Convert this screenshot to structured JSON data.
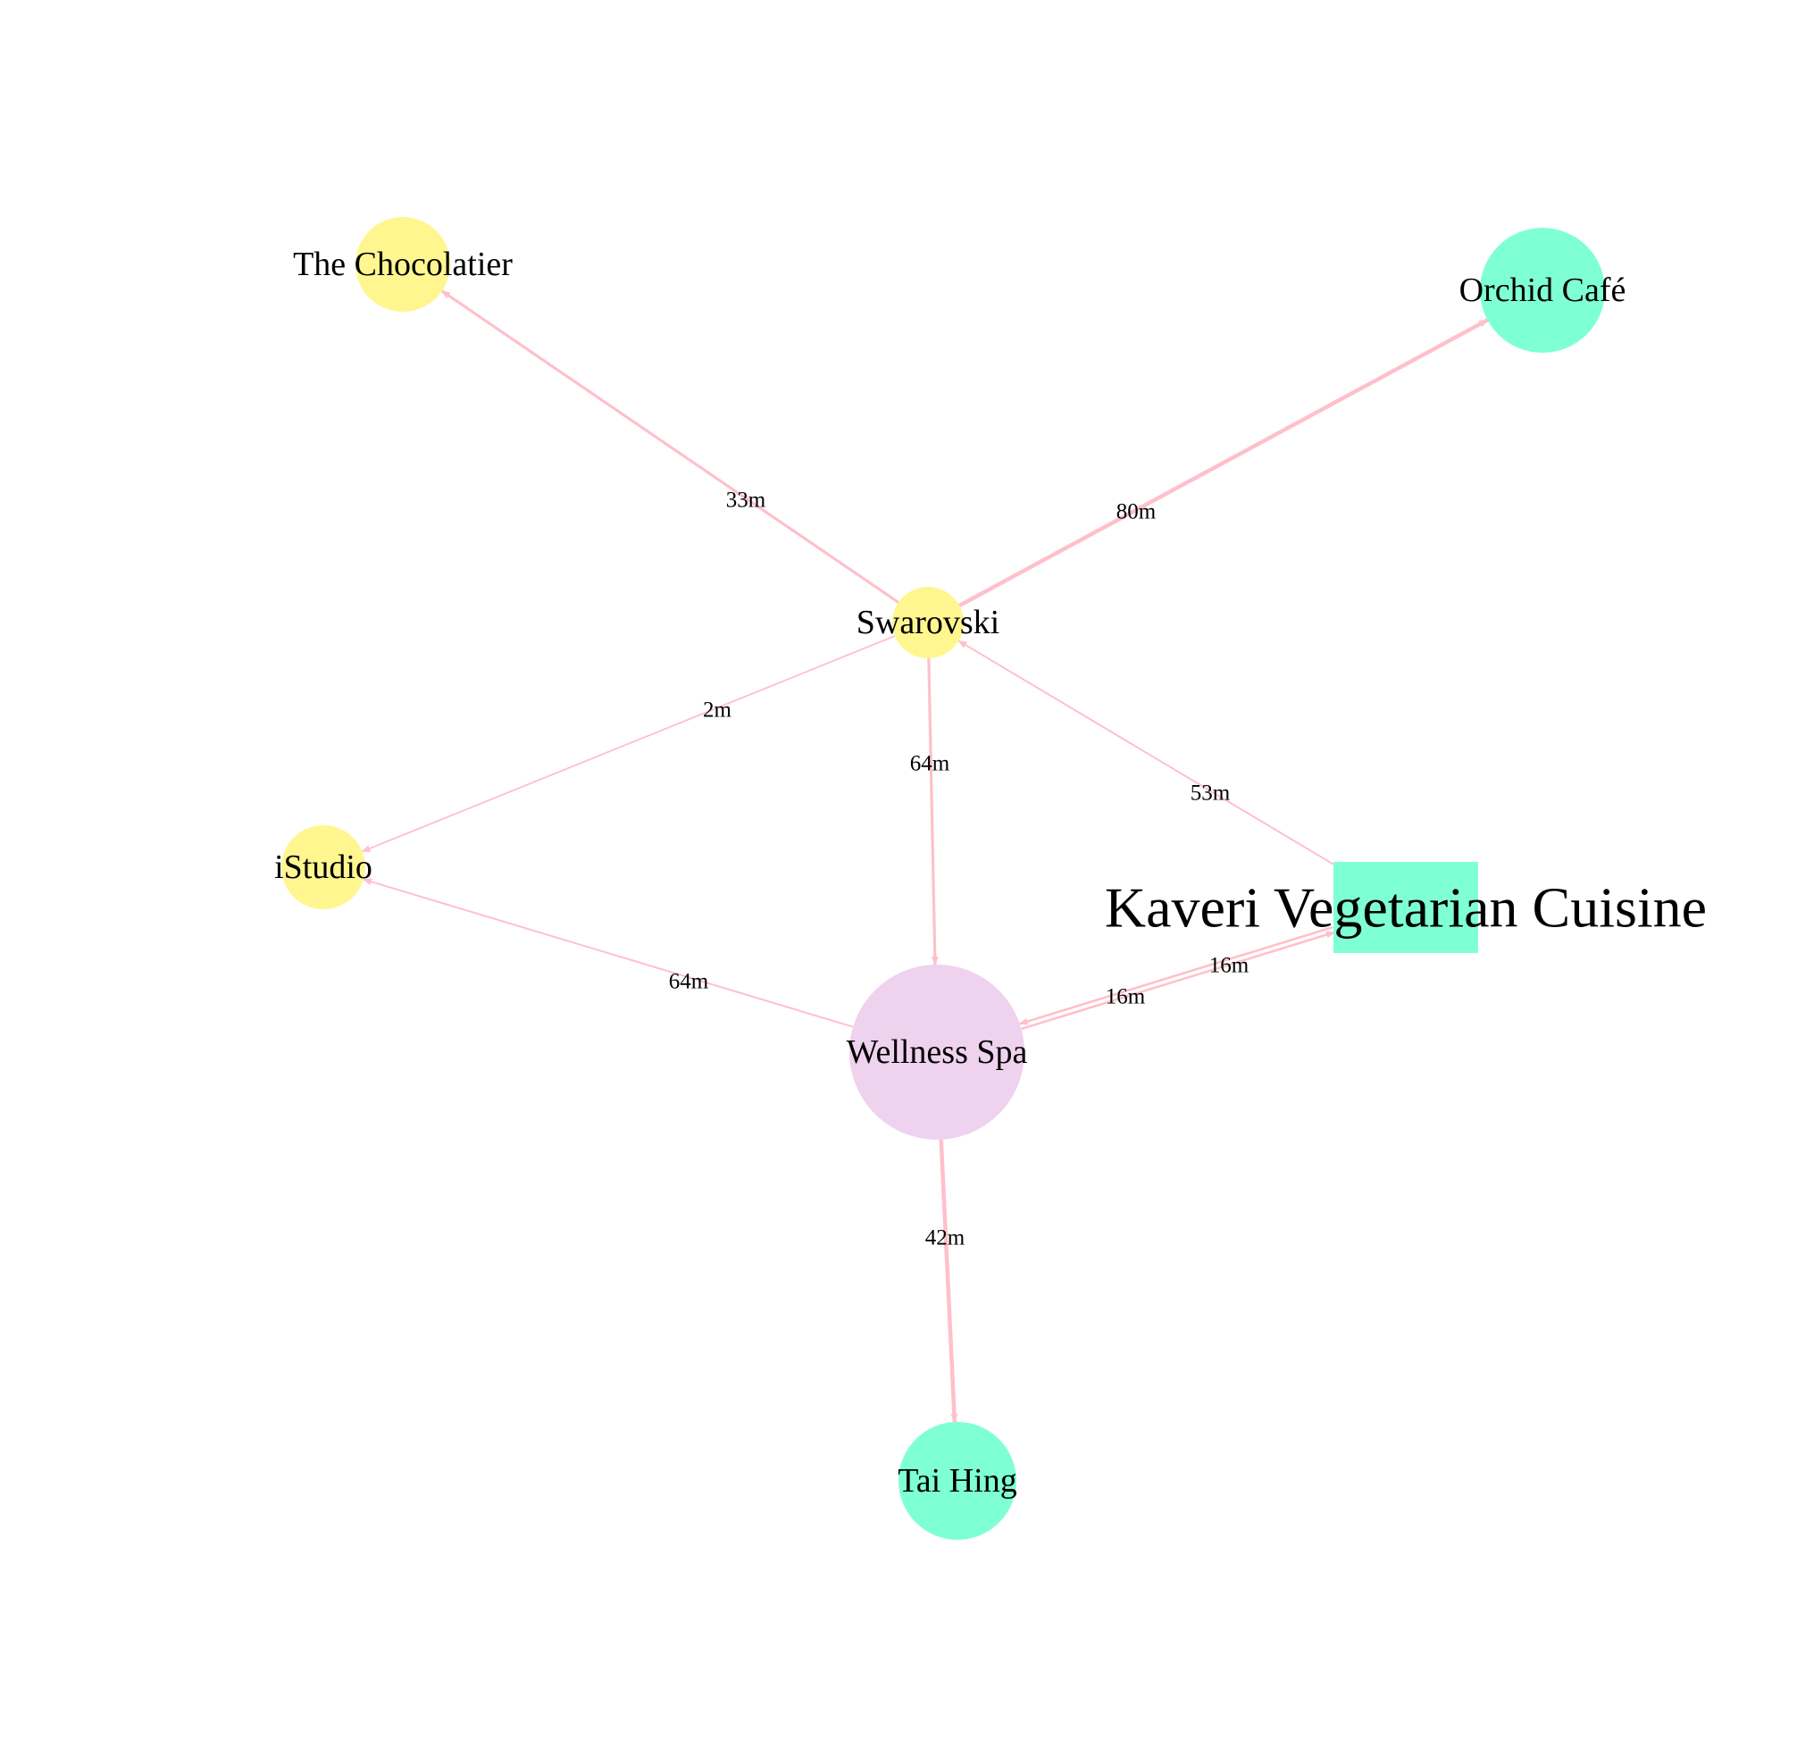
{
  "colors": {
    "edge": "#ffc0cb",
    "shop": "#fff68f",
    "restaurant": "#7fffd4",
    "spa": "#eed2ee",
    "text": "#000000"
  },
  "nodes": [
    {
      "id": "chocolatier",
      "label": "The Chocolatier",
      "category": "shop",
      "shape": "circle"
    },
    {
      "id": "orchid",
      "label": "Orchid Café",
      "category": "restaurant",
      "shape": "circle"
    },
    {
      "id": "swarovski",
      "label": "Swarovski",
      "category": "shop",
      "shape": "circle"
    },
    {
      "id": "istudio",
      "label": "iStudio",
      "category": "shop",
      "shape": "circle"
    },
    {
      "id": "kaveri",
      "label": "Kaveri Vegetarian Cuisine",
      "category": "restaurant",
      "shape": "square"
    },
    {
      "id": "wellness",
      "label": "Wellness Spa",
      "category": "spa",
      "shape": "circle"
    },
    {
      "id": "taihing",
      "label": "Tai Hing",
      "category": "restaurant",
      "shape": "circle"
    }
  ],
  "edges": [
    {
      "from": "swarovski",
      "to": "chocolatier",
      "label": "33m"
    },
    {
      "from": "swarovski",
      "to": "orchid",
      "label": "80m"
    },
    {
      "from": "swarovski",
      "to": "istudio",
      "label": "2m"
    },
    {
      "from": "swarovski",
      "to": "wellness",
      "label": "64m"
    },
    {
      "from": "kaveri",
      "to": "swarovski",
      "label": "53m"
    },
    {
      "from": "wellness",
      "to": "istudio",
      "label": "64m"
    },
    {
      "from": "wellness",
      "to": "kaveri",
      "label": "16m"
    },
    {
      "from": "kaveri",
      "to": "wellness",
      "label": "16m"
    },
    {
      "from": "wellness",
      "to": "taihing",
      "label": "42m"
    }
  ]
}
